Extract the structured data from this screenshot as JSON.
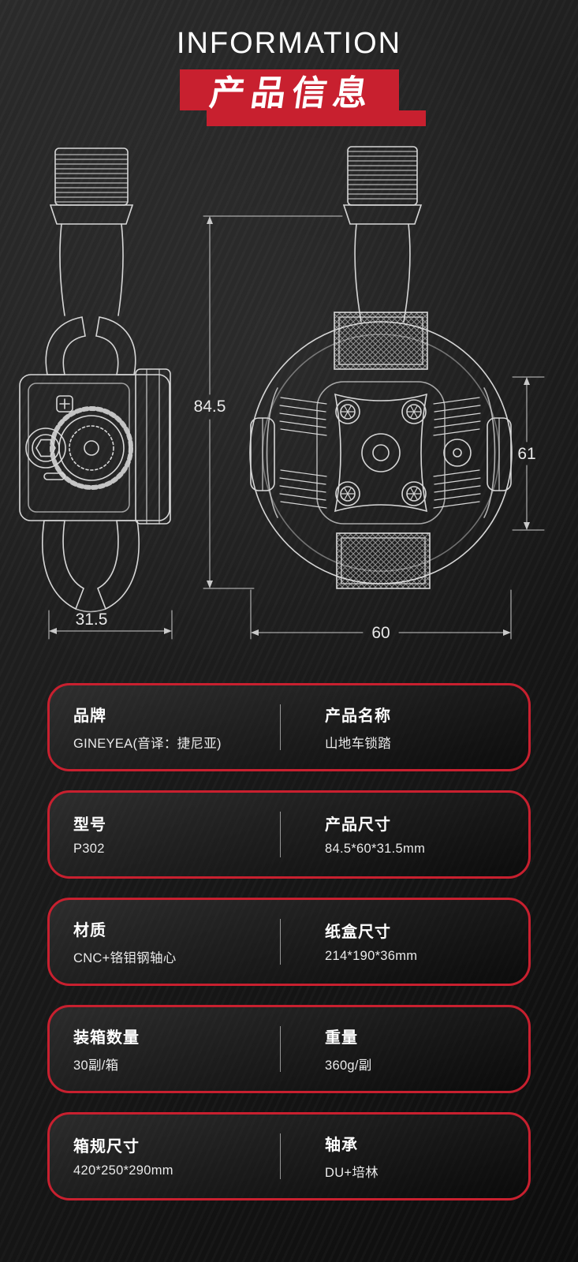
{
  "header": {
    "title_en": "INFORMATION",
    "title_zh": "产品信息"
  },
  "diagram": {
    "dim_height": "84.5",
    "dim_side": "61",
    "dim_width": "60",
    "dim_depth": "31.5"
  },
  "specs": [
    {
      "left_label": "品牌",
      "left_value": "GINEYEA(音译：捷尼亚)",
      "right_label": "产品名称",
      "right_value": "山地车锁踏"
    },
    {
      "left_label": "型号",
      "left_value": "P302",
      "right_label": "产品尺寸",
      "right_value": "84.5*60*31.5mm"
    },
    {
      "left_label": "材质",
      "left_value": "CNC+铬钼钢轴心",
      "right_label": "纸盒尺寸",
      "right_value": "214*190*36mm"
    },
    {
      "left_label": "装箱数量",
      "left_value": "30副/箱",
      "right_label": "重量",
      "right_value": "360g/副"
    },
    {
      "left_label": "箱规尺寸",
      "left_value": "420*250*290mm",
      "right_label": "轴承",
      "right_value": "DU+培林"
    }
  ],
  "colors": {
    "accent_red": "#c8202f",
    "background": "#1a1a1a",
    "line": "#d6d6d6"
  }
}
